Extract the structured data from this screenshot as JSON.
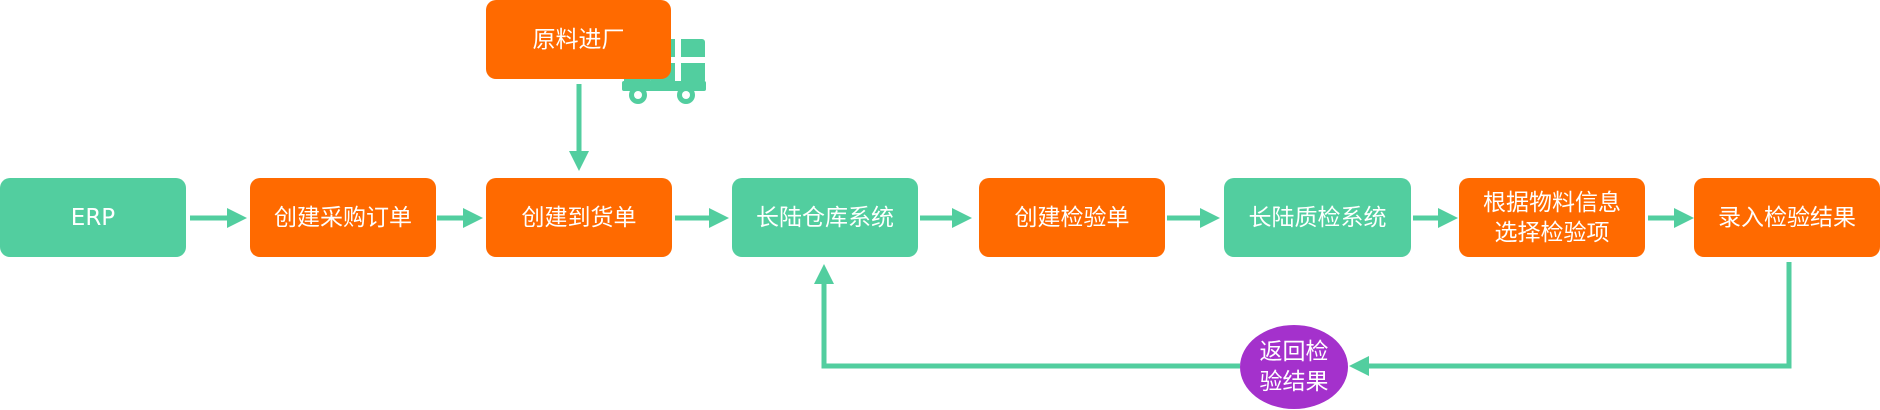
{
  "nodes": {
    "raw_material": "原料进厂",
    "erp": "ERP",
    "create_po": "创建采购订单",
    "create_arrival": "创建到货单",
    "warehouse_system": "长陆仓库系统",
    "create_inspection": "创建检验单",
    "quality_system": "长陆质检系统",
    "select_items": "根据物料信息\n选择检验项",
    "enter_results": "录入检验结果",
    "return_results": "返回检\n验结果"
  },
  "colors": {
    "teal": "#52ce9f",
    "orange": "#ff6a00",
    "purple": "#a431cc",
    "arrow": "#52ce9f"
  },
  "icons": {
    "truck": "delivery-truck-icon"
  }
}
